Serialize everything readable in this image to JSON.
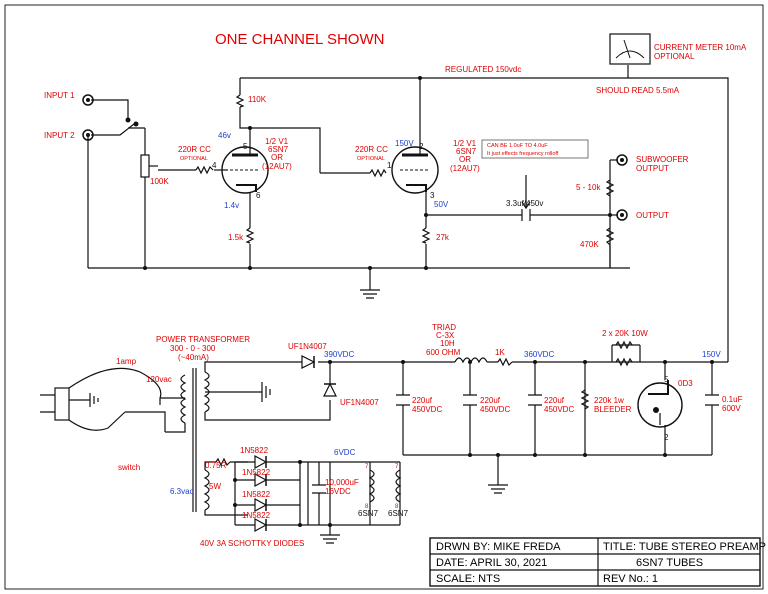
{
  "title": "ONE CHANNEL SHOWN",
  "colors": {
    "red": "#e00000",
    "blue": "#1c3fd0",
    "wire": "#111111"
  },
  "preamp": {
    "regulated": "REGULATED 150vdc",
    "input1": "INPUT 1",
    "input2": "INPUT 2",
    "pot": "100K",
    "cc1": "220R CC",
    "cc1_note": "OPTIONAL",
    "cc2": "220R CC",
    "cc2_note": "OPTIONAL",
    "r_plate": "110K",
    "v1a_plate_v": "46v",
    "v1a_name1": "1/2 V1",
    "v1a_name2": "6SN7",
    "v1a_name3": "OR",
    "v1a_name4": "(12AU7)",
    "pin4": "4",
    "pin5": "5",
    "pin6": "6",
    "cathode_v1": "1.4v",
    "r_cathode1": "1.5k",
    "v1b_plate_v": "150V",
    "pin1": "1",
    "pin2": "2",
    "pin3": "3",
    "v1b_name1": "1/2 V1",
    "v1b_name2": "6SN7",
    "v1b_name3": "OR",
    "v1b_name4": "(12AU7)",
    "cathode_v2": "50V",
    "r_cathode2": "27k",
    "cap_note1": "CAN BE 1.0uF TO 4.0uF",
    "cap_note2": "It just effects frequency rolloff",
    "cap_out": "3.3uf/450v",
    "meter1": "CURRENT METER 10mA",
    "meter2": "OPTIONAL",
    "meter_read": "SHOULD READ 5.5mA",
    "sub1": "SUBWOOFER",
    "sub2": "OUTPUT",
    "r_sub": "5 - 10k",
    "output": "OUTPUT",
    "r_out": "470K"
  },
  "psu": {
    "fuse": "1amp",
    "mains": "120vac",
    "switch": "switch",
    "pt1": "POWER TRANSFORMER",
    "pt2": "300 - 0 - 300",
    "pt3": "(~40mA)",
    "diode1": "UF1N4007",
    "diode2": "UF1N4007",
    "v390": "390VDC",
    "choke1": "TRIAD",
    "choke2": "C-3X",
    "choke3": "10H",
    "choke4": "600 OHM",
    "r1k": "1K",
    "v360": "360VDC",
    "r_drop": "2 x 20K 10W",
    "v150": "150V",
    "c1a": "220uf",
    "c1b": "450VDC",
    "c2a": "220uf",
    "c2b": "450VDC",
    "c3a": "220uf",
    "c3b": "450VDC",
    "bleed1": "220k 1w",
    "bleed2": "BLEEDER",
    "od3": "0D3",
    "od3_pin5": "5",
    "od3_pin2": "2",
    "c4a": "0.1uF",
    "c4b": "600V",
    "schottky1": "1N5822",
    "schottky2": "1N5822",
    "schottky3": "1N5822",
    "schottky4": "1N5822",
    "r075": "0.75R",
    "r075w": "5W",
    "v63": "6.3vac",
    "v6": "6VDC",
    "cap_heater1": "10,000uF",
    "cap_heater2": "16VDC",
    "tube_a": "6SN7",
    "tube_b": "6SN7",
    "pin7a": "7",
    "pin8a": "8",
    "pin7b": "7",
    "pin8b": "8",
    "schottky_note": "40V 3A SCHOTTKY DIODES"
  },
  "titleblock": {
    "drawn": "DRWN BY: MIKE FREDA",
    "date": "DATE: APRIL 30, 2021",
    "scale": "SCALE: NTS",
    "title1": "TITLE: TUBE STEREO PREAMP",
    "title2": "6SN7 TUBES",
    "rev": "REV No.: 1"
  }
}
